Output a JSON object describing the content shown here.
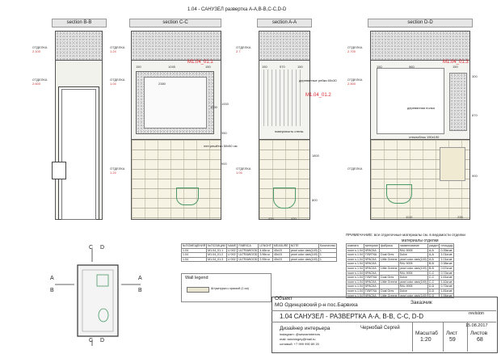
{
  "title": "1.04 - САНУЗЕЛ развертка А-А,В-В,С-С,D-D",
  "sections": [
    {
      "id": "bb",
      "label": "section B-B",
      "level_labels": [
        "ОТДЕЛКА",
        "ОТДЕЛКА"
      ],
      "marks": [
        "2.100",
        "2.600"
      ]
    },
    {
      "id": "cc",
      "label": "section C-C",
      "level_labels": [
        "ОТДЕЛКА",
        "ОТДЕЛКА",
        "ОТДЕЛКА"
      ],
      "marks": [
        "1.24",
        "1.04",
        "1.24"
      ],
      "module_tag": "M1.04_01.1",
      "dims_top": [
        "150",
        "1045",
        "150"
      ],
      "dims_right": [
        "1000",
        "350",
        "900"
      ],
      "dims_box": [
        "2380",
        "1000"
      ],
      "note": "лен решётки 50х50 см"
    },
    {
      "id": "aa",
      "label": "section A-A",
      "level_labels": [
        "ОТДЕЛКА",
        "ОТДЕЛКА"
      ],
      "marks": [
        "2.7",
        "1.04"
      ],
      "module_tag": "M1.04_01.2",
      "dims_top": [
        "150",
        "570",
        "150"
      ],
      "dims_right": [
        "1800",
        "800"
      ],
      "dims_bottom": [
        "420",
        "420"
      ],
      "notes": [
        "деревянные рейки 60х30",
        "поверхность стены"
      ]
    },
    {
      "id": "dd",
      "label": "section D-D",
      "level_labels": [
        "ОТДЕЛКА",
        "ОТДЕЛКА",
        "ОТДЕЛКА"
      ],
      "marks": [
        "2.700",
        "2.500"
      ],
      "module_tag": "M1.04_01.3",
      "dims_top": [
        "150",
        "960",
        "150"
      ],
      "dims_right": [
        "300",
        "870",
        "900"
      ],
      "dims_bottom": [
        "1110",
        "235"
      ],
      "notes": [
        "деревянная полка",
        "стеклоблок 190х190"
      ]
    }
  ],
  "note_line": "ПРИМЕЧАНИЕ: все отделочные материалы см. в ведомости отделки",
  "materials_title": "материалы отделки",
  "materials_left_headers": [
    "№ПОМЕЩЕНИЯ",
    "№ПОЗИЦИИ",
    "NAME",
    "FABRICA",
    "LENGHT",
    "MEASURE",
    "NOTE",
    "Количество"
  ],
  "materials_left_rows": [
    [
      "1.04",
      "M1.04_01.1",
      "U 002",
      "ULTRAWOOD",
      "4.48п.м",
      "45х15",
      "pearl color dark(149)",
      "1"
    ],
    [
      "1.04",
      "M1.04_01.2",
      "U 002",
      "ULTRAWOOD",
      "3.96п.м",
      "45х15",
      "pearl color dark(149)",
      "1"
    ],
    [
      "1.04",
      "M1.04_01.3",
      "U 002",
      "ULTRAWOOD",
      "2.99п.м",
      "45х15",
      "pearl color dark(149)",
      "1"
    ]
  ],
  "materials_right_headers": [
    "комната",
    "материал",
    "фабрика",
    "наименование",
    "раздел",
    "площадь"
  ],
  "materials_right_rows": [
    [
      "room s.1.04",
      "КРАСКА",
      "",
      "RAL 9005",
      "A-A",
      "0.39м.кв"
    ],
    [
      "room s.1.04",
      "ПЛИТКА",
      "Dual Gres",
      "Dolce",
      "A-A",
      "1.01м.кв"
    ],
    [
      "room s.1.04",
      "КРАСКА",
      "Little Greene",
      "pearl color dark(149)",
      "A-A",
      "1.01м.кв"
    ],
    [
      "room s.1.04",
      "КРАСКА",
      "",
      "RAL 9005",
      "B-B",
      "0.38м.кв"
    ],
    [
      "room s.1.04",
      "КРАСКА",
      "Little Greene",
      "pearl color dark(149)",
      "B-B",
      "0.67м.кв"
    ],
    [
      "room s.1.04",
      "КРАСКА",
      "",
      "RAL 9005",
      "C-C",
      "0.72м.кв"
    ],
    [
      "room s.1.04",
      "ПЛИТКА",
      "Dual Gres",
      "Dolce",
      "C-C",
      "1.61м.кв"
    ],
    [
      "room s.1.04",
      "КРАСКА",
      "Little Greene",
      "pearl color dark(149)",
      "C-C",
      "1.42м.кв"
    ],
    [
      "room s.1.04",
      "КРАСКА",
      "",
      "RAL 9005",
      "D-D",
      "0.72м.кв"
    ],
    [
      "room s.1.04",
      "ПЛИТКА",
      "Dual Gres",
      "Dolce",
      "D-D",
      "1.81м.кв"
    ],
    [
      "room s.1.04",
      "КРАСКА",
      "Little Greene",
      "pearl color dark(149)",
      "D-D",
      "1.94м.кв"
    ]
  ],
  "plan": {
    "labels": {
      "c": "C",
      "d": "D",
      "a": "A",
      "b": "B"
    }
  },
  "legend": {
    "title": "Wall legend",
    "item": "Штукатурка с краской (1 см)"
  },
  "stamp": {
    "object_label": "Объект",
    "object_value": "МО Одинцовский р-н пос.Барвиха",
    "client_label": "Заказчик",
    "revision_label": "revision",
    "sheet_title": "1.04 САНУЗЕЛ - РАЗВЕРТКА А-А, В-В, С-С, D-D",
    "date": "15.08.2017",
    "designer_label": "Дизайнер интерьера",
    "designer_name": "Чернобай Сергей",
    "contact_instagram": "instagram: @sesnarinteriors",
    "contact_mail": "mail: sstchingey@mail.ru",
    "contact_phone": "сотовый: +7 999 990 89 20",
    "scale_label": "Масштаб",
    "scale_value": "1:20",
    "sheet_label": "Лист",
    "sheet_value": "59",
    "sheets_label": "Листов",
    "sheets_value": "68"
  },
  "colors": {
    "accent_red": "#e0242c",
    "tile": "#f6f3e4",
    "stone": "#e2e2e2",
    "header": "#e6e6e6"
  }
}
